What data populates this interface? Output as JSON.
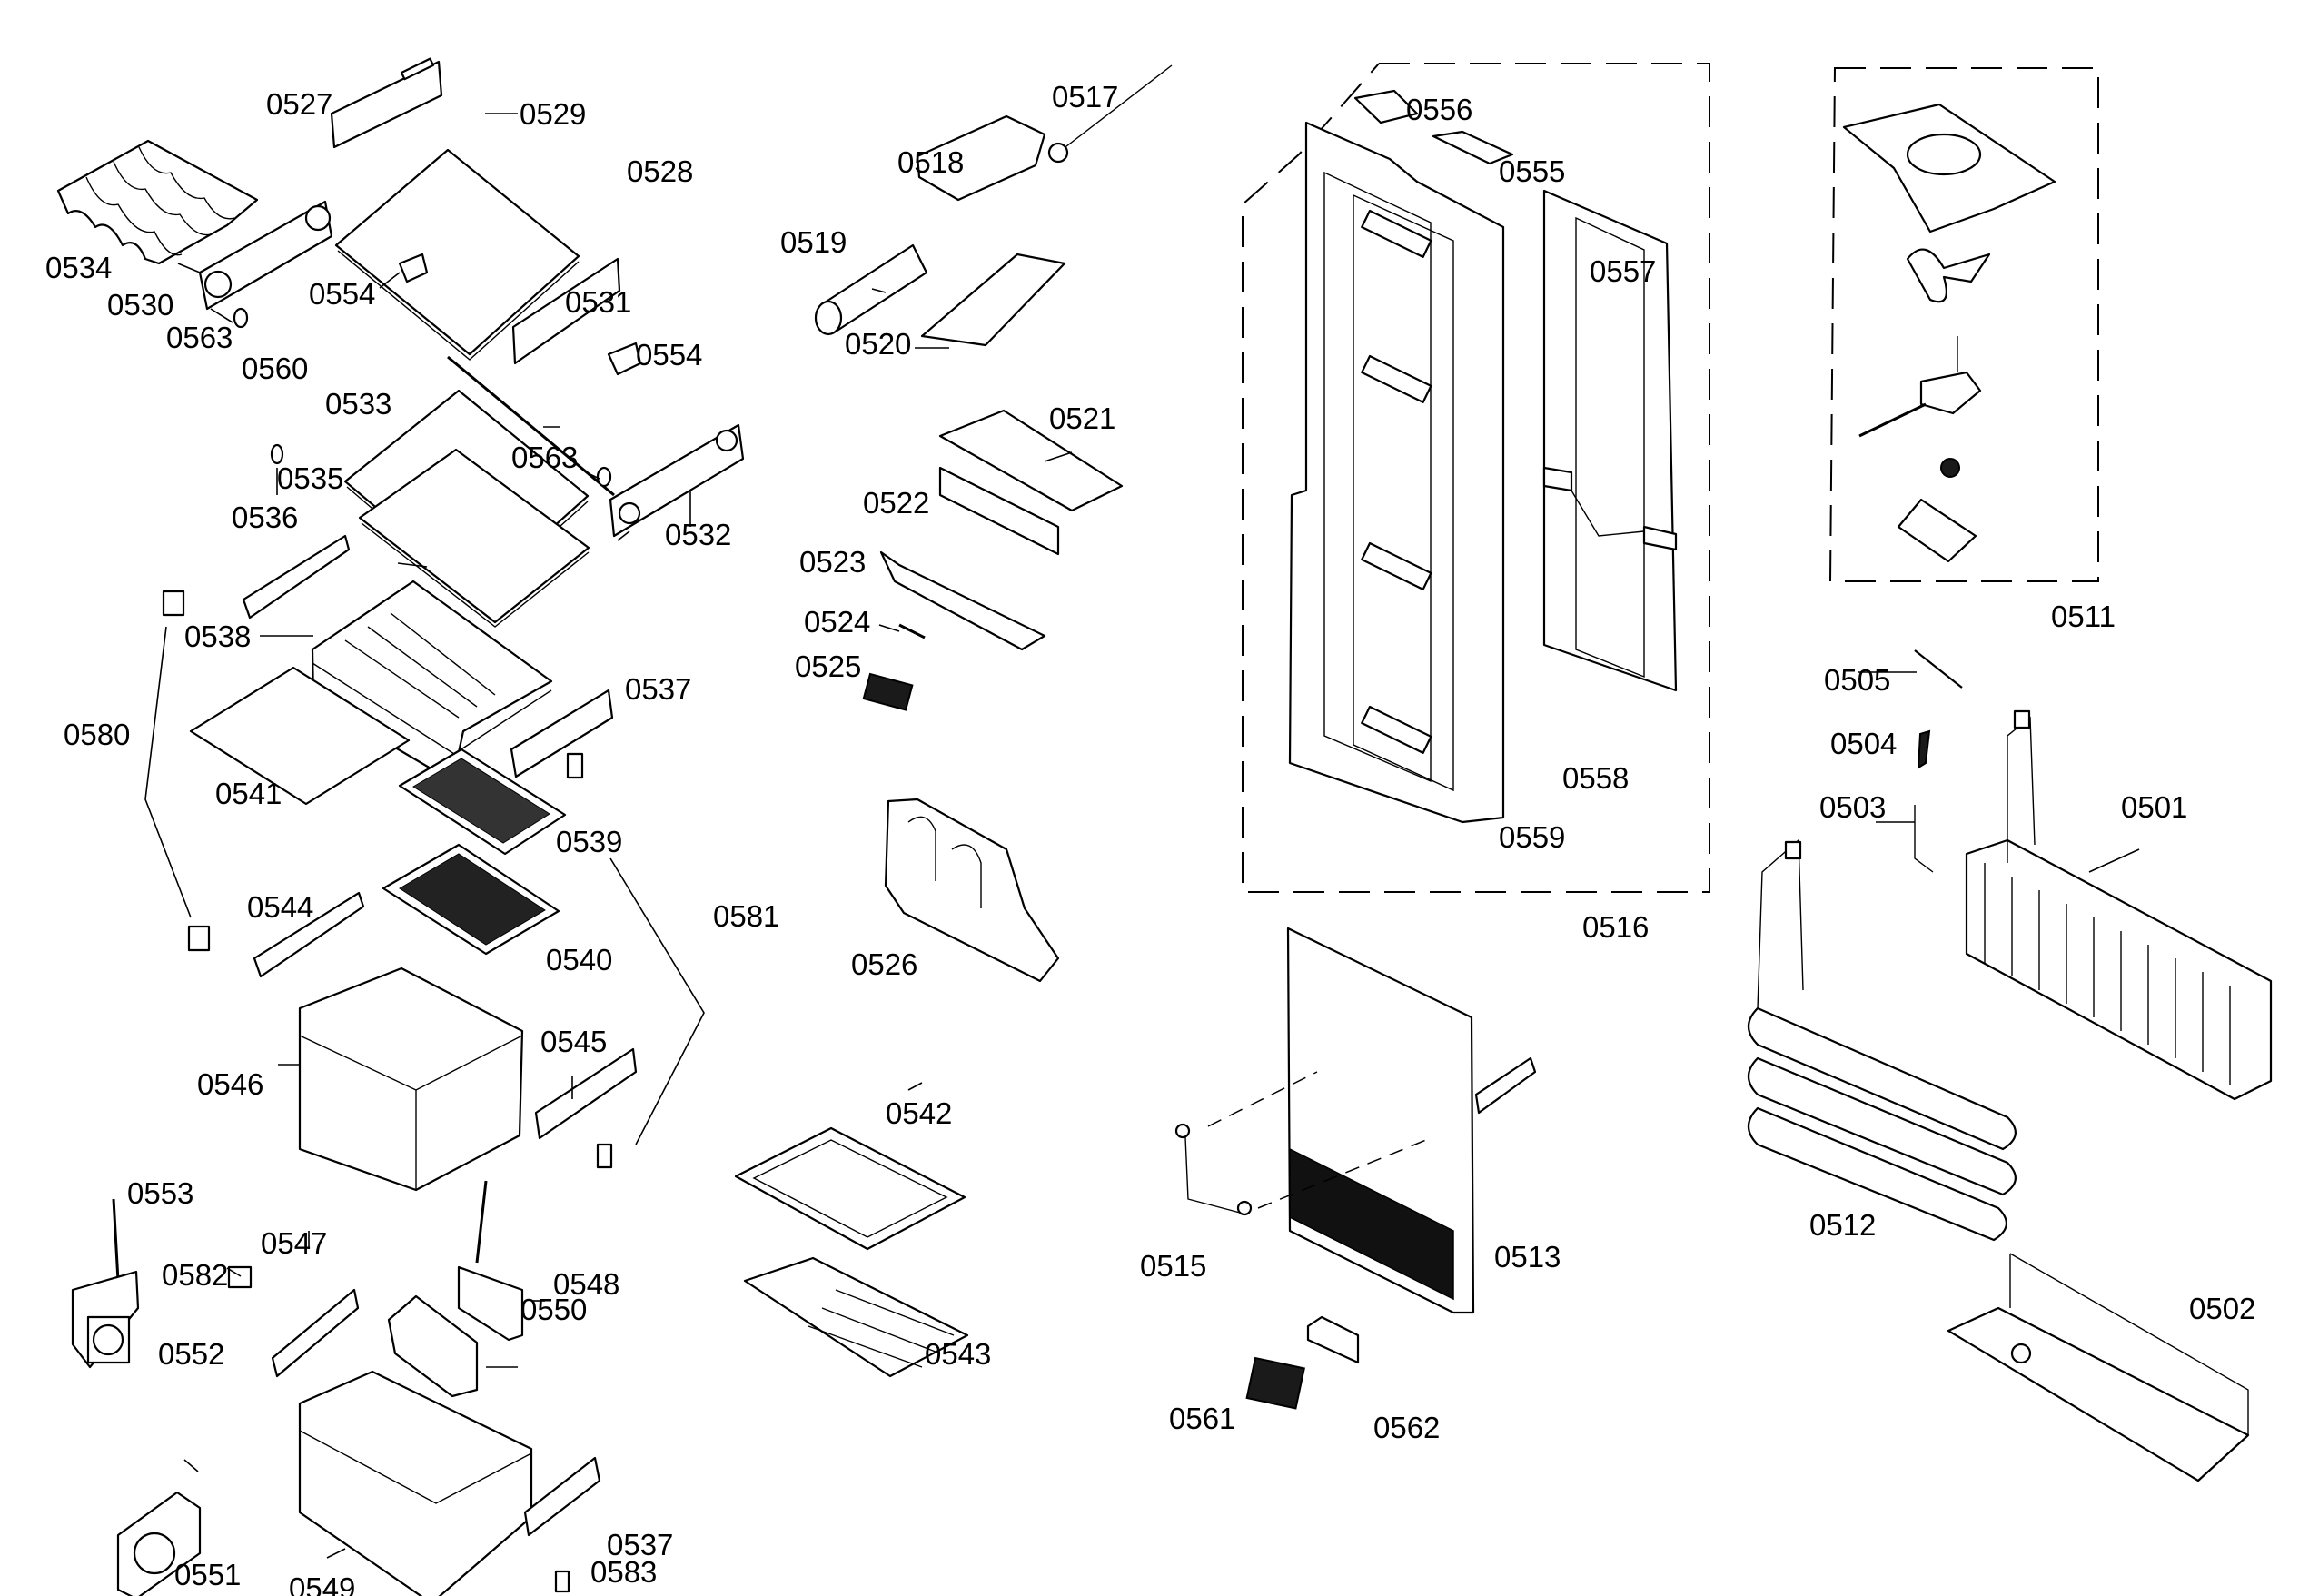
{
  "title": "Refrigerator exploded parts diagram",
  "groups": {
    "door_liner_assembly": "0516",
    "fan_motor_assembly": "0511"
  },
  "labels": {
    "p0501": "0501",
    "p0502": "0502",
    "p0503": "0503",
    "p0504": "0504",
    "p0505": "0505",
    "p0511": "0511",
    "p0512": "0512",
    "p0513": "0513",
    "p0515": "0515",
    "p0516": "0516",
    "p0517": "0517",
    "p0518": "0518",
    "p0519": "0519",
    "p0520": "0520",
    "p0521": "0521",
    "p0522": "0522",
    "p0523": "0523",
    "p0524": "0524",
    "p0525": "0525",
    "p0526": "0526",
    "p0527": "0527",
    "p0528": "0528",
    "p0529": "0529",
    "p0530": "0530",
    "p0531": "0531",
    "p0532": "0532",
    "p0533": "0533",
    "p0534": "0534",
    "p0535": "0535",
    "p0536": "0536",
    "p0537a": "0537",
    "p0537b": "0537",
    "p0538": "0538",
    "p0539": "0539",
    "p0540": "0540",
    "p0541": "0541",
    "p0542": "0542",
    "p0543": "0543",
    "p0544": "0544",
    "p0545": "0545",
    "p0546": "0546",
    "p0547": "0547",
    "p0548": "0548",
    "p0549": "0549",
    "p0550": "0550",
    "p0551": "0551",
    "p0552": "0552",
    "p0553": "0553",
    "p0554a": "0554",
    "p0554b": "0554",
    "p0555": "0555",
    "p0556": "0556",
    "p0557": "0557",
    "p0558": "0558",
    "p0559": "0559",
    "p0560": "0560",
    "p0561": "0561",
    "p0562": "0562",
    "p0563a": "0563",
    "p0563b": "0563",
    "p0580": "0580",
    "p0581": "0581",
    "p0582": "0582",
    "p0583": "0583"
  },
  "colors": {
    "line": "#000000",
    "background": "#ffffff"
  }
}
